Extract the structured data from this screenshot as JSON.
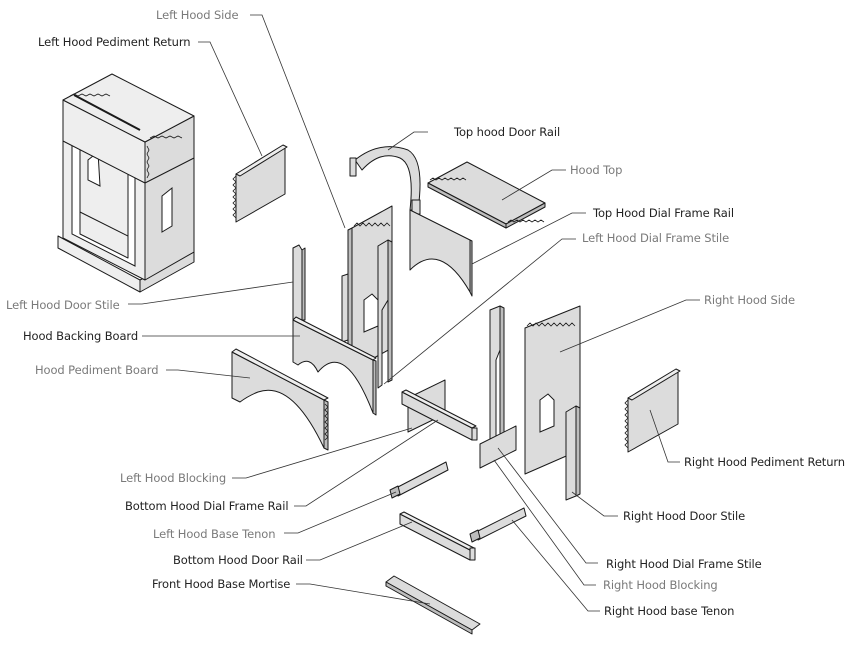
{
  "diagram": {
    "title": "Clock hood exploded assembly view",
    "labels": {
      "left_hood_side": "Left Hood Side",
      "left_hood_pediment_return": "Left Hood Pediment Return",
      "top_hood_door_rail": "Top hood Door Rail",
      "hood_top": "Hood Top",
      "top_hood_dial_frame_rail": "Top Hood Dial Frame Rail",
      "left_hood_dial_frame_stile": "Left Hood Dial Frame Stile",
      "left_hood_door_stile": "Left Hood Door Stile",
      "right_hood_side": "Right Hood Side",
      "hood_backing_board": "Hood Backing Board",
      "hood_pediment_board": "Hood Pediment Board",
      "right_hood_pediment_return": "Right Hood Pediment Return",
      "left_hood_blocking": "Left Hood Blocking",
      "bottom_hood_dial_frame_rail": "Bottom Hood Dial Frame Rail",
      "right_hood_door_stile": "Right Hood Door Stile",
      "left_hood_base_tenon": "Left Hood Base Tenon",
      "bottom_hood_door_rail": "Bottom Hood Door Rail",
      "right_hood_dial_frame_stile": "Right Hood Dial Frame Stile",
      "front_hood_base_mortise": "Front Hood Base Mortise",
      "right_hood_blocking": "Right Hood Blocking",
      "right_hood_base_tenon": "Right Hood base Tenon"
    }
  }
}
